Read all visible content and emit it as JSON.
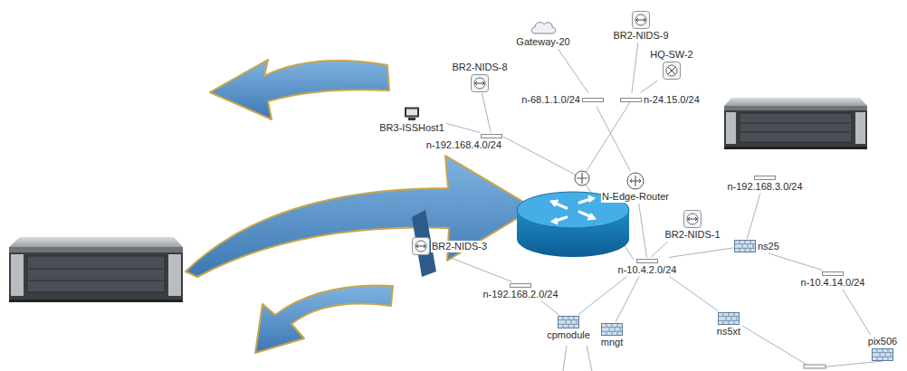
{
  "diagram": {
    "nodes": [
      {
        "text": [
          "Gateway-20"
        ]
      },
      {
        "text": [
          "BR2-NIDS-9"
        ]
      },
      {
        "text": [
          "HQ-SW-2"
        ]
      },
      {
        "text": [
          "BR2-NIDS-8"
        ]
      },
      {
        "text": [
          "BR3-ISSHost1"
        ]
      },
      {
        "text": [
          "n-192.168.4.0/24"
        ]
      },
      {
        "text": [
          "n-68.1.1.0/24"
        ]
      },
      {
        "text": [
          "n-24.15.0/24"
        ]
      },
      {
        "text": [
          "N-Edge-Router"
        ]
      },
      {
        "text": [
          "n-192.168.3.0/24"
        ]
      },
      {
        "text": [
          "BR2-NIDS-1"
        ]
      },
      {
        "text": [
          "ns25"
        ]
      },
      {
        "text": [
          "BR2-NIDS-3"
        ]
      },
      {
        "text": [
          "n-10.4.2.0/24"
        ]
      },
      {
        "text": [
          "n-10.4.14.0/24"
        ]
      },
      {
        "text": [
          "n-192.168.2.0/24"
        ]
      },
      {
        "text": [
          "ns5xt"
        ]
      },
      {
        "text": [
          "cpmodule"
        ]
      },
      {
        "text": [
          "mngt"
        ]
      },
      {
        "text": [
          "pix506"
        ]
      }
    ],
    "edges": [
      {
        "from": 0,
        "to": 6,
        "arrow": "none"
      },
      {
        "from": 1,
        "to": 7,
        "arrow": "none"
      },
      {
        "from": 2,
        "to": 7,
        "arrow": "none"
      },
      {
        "from": 3,
        "to": 5,
        "arrow": "none"
      },
      {
        "from": 4,
        "to": 5,
        "arrow": "none"
      },
      {
        "from": 6,
        "to": 8,
        "arrow": "none"
      },
      {
        "from": 8,
        "to": 13,
        "arrow": "none"
      },
      {
        "from": 10,
        "to": 13,
        "arrow": "none"
      },
      {
        "from": 13,
        "to": 11,
        "arrow": "none"
      },
      {
        "from": 11,
        "to": 9,
        "arrow": "none"
      },
      {
        "from": 11,
        "to": 14,
        "arrow": "none"
      },
      {
        "from": 14,
        "to": 19,
        "arrow": "none"
      },
      {
        "from": 13,
        "to": 16,
        "arrow": "none"
      },
      {
        "from": 13,
        "to": 17,
        "arrow": "none"
      },
      {
        "from": 13,
        "to": 18,
        "arrow": "none"
      },
      {
        "from": 12,
        "to": 15,
        "arrow": "none"
      },
      {
        "from": 15,
        "to": 17,
        "arrow": "none"
      }
    ]
  }
}
